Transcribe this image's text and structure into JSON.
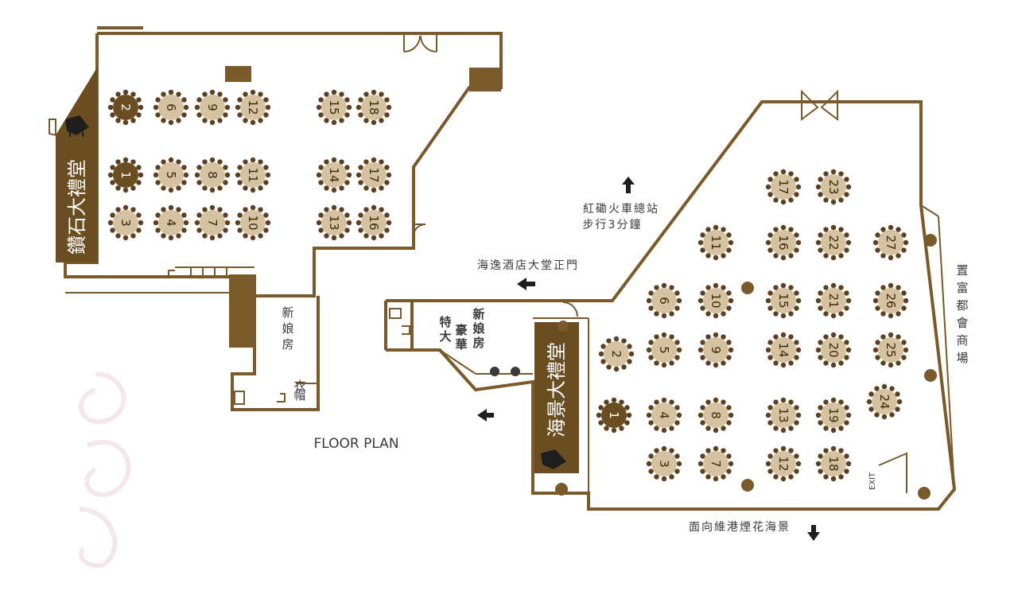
{
  "floor_plan_label": "FLOOR PLAN",
  "left_hall": {
    "name": "鑽石大禮堂",
    "bridal_room": "新娘房",
    "cloak": "衣帽",
    "tables": [
      {
        "n": "1",
        "dark": true
      },
      {
        "n": "2",
        "dark": true
      },
      {
        "n": "3",
        "dark": false
      },
      {
        "n": "4",
        "dark": false
      },
      {
        "n": "5",
        "dark": false
      },
      {
        "n": "6",
        "dark": false
      },
      {
        "n": "7",
        "dark": false
      },
      {
        "n": "8",
        "dark": false
      },
      {
        "n": "9",
        "dark": false
      },
      {
        "n": "10",
        "dark": false
      },
      {
        "n": "11",
        "dark": false
      },
      {
        "n": "12",
        "dark": false
      },
      {
        "n": "13",
        "dark": false
      },
      {
        "n": "14",
        "dark": false
      },
      {
        "n": "15",
        "dark": false
      },
      {
        "n": "16",
        "dark": false
      },
      {
        "n": "17",
        "dark": false
      },
      {
        "n": "18",
        "dark": false
      }
    ]
  },
  "right_hall": {
    "name": "海景大禮堂",
    "bridal_room": "豪華特大新娘房",
    "exit": "EXIT",
    "tables": [
      {
        "n": "1",
        "dark": true
      },
      {
        "n": "2",
        "dark": false
      },
      {
        "n": "3",
        "dark": false
      },
      {
        "n": "4",
        "dark": false
      },
      {
        "n": "5",
        "dark": false
      },
      {
        "n": "6",
        "dark": false
      },
      {
        "n": "7",
        "dark": false
      },
      {
        "n": "8",
        "dark": false
      },
      {
        "n": "9",
        "dark": false
      },
      {
        "n": "10",
        "dark": false
      },
      {
        "n": "11",
        "dark": false
      },
      {
        "n": "12",
        "dark": false
      },
      {
        "n": "13",
        "dark": false
      },
      {
        "n": "14",
        "dark": false
      },
      {
        "n": "15",
        "dark": false
      },
      {
        "n": "16",
        "dark": false
      },
      {
        "n": "17",
        "dark": false
      },
      {
        "n": "18",
        "dark": false
      },
      {
        "n": "19",
        "dark": false
      },
      {
        "n": "20",
        "dark": false
      },
      {
        "n": "21",
        "dark": false
      },
      {
        "n": "22",
        "dark": false
      },
      {
        "n": "23",
        "dark": false
      },
      {
        "n": "24",
        "dark": false
      },
      {
        "n": "25",
        "dark": false
      },
      {
        "n": "26",
        "dark": false
      },
      {
        "n": "27",
        "dark": false
      }
    ]
  },
  "directions": {
    "hung_hom_station_line1": "紅磡火車總站",
    "hung_hom_station_line2": "步行3分鐘",
    "hotel_lobby": "海逸酒店大堂正門",
    "harbour_view": "面向維港煙花海景",
    "mall": "置富都會商場"
  },
  "colors": {
    "wall": "#7a5a2a",
    "table_light": "#d6c2a0",
    "table_dark": "#6b4d22",
    "stage": "#6b4d22"
  }
}
